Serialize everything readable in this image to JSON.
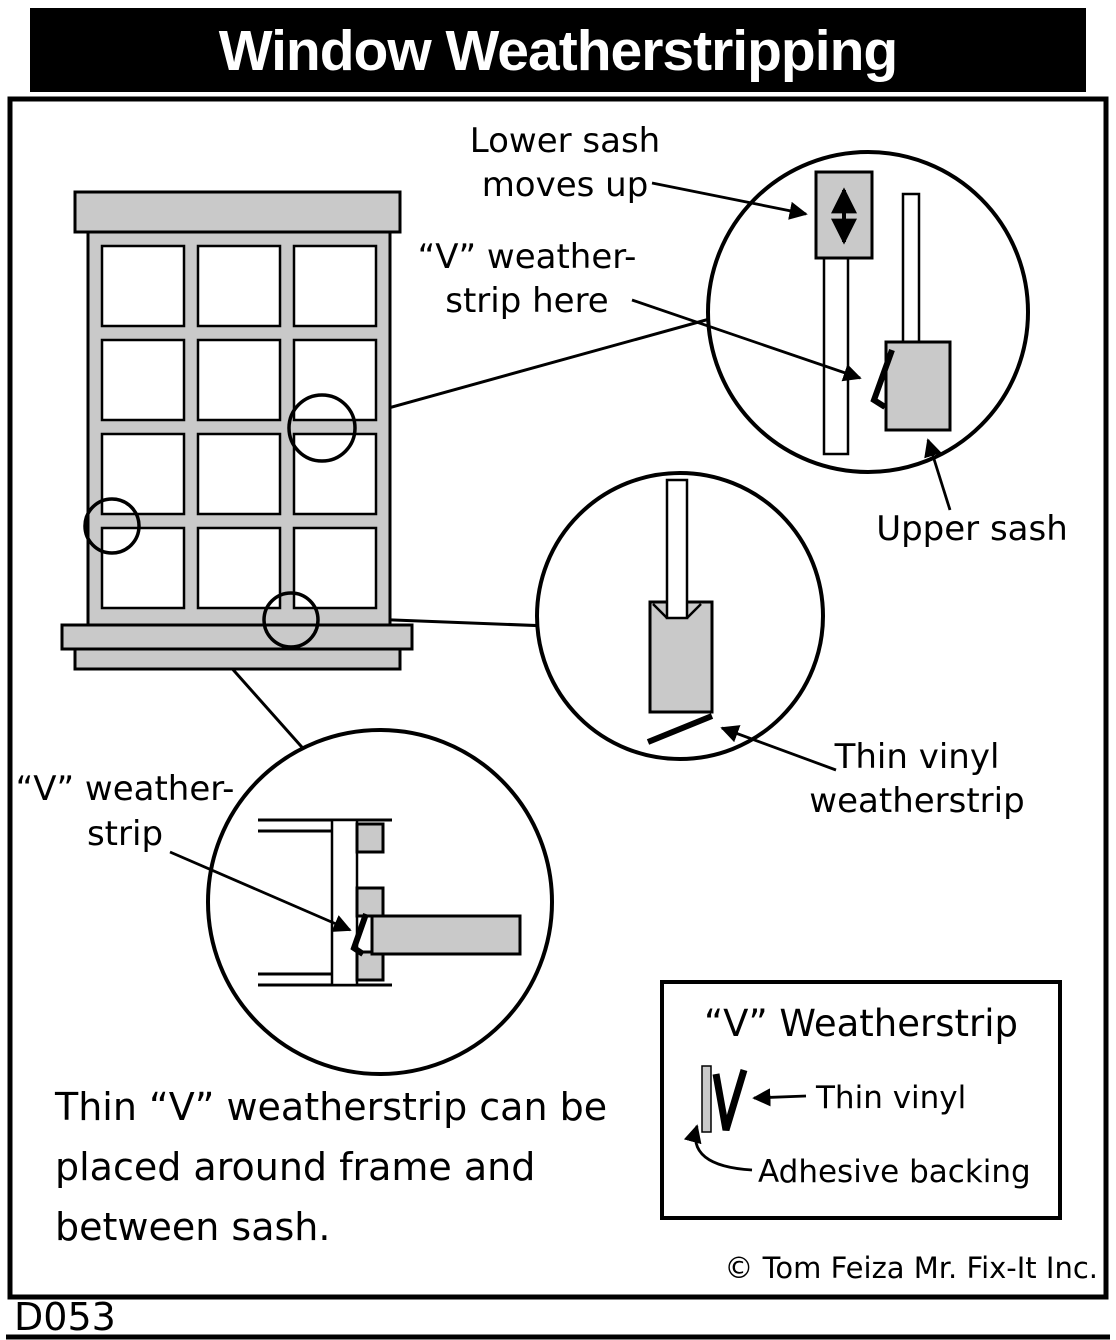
{
  "title": "Window Weatherstripping",
  "diagram_code": "D053",
  "copyright": "© Tom Feiza Mr. Fix-It Inc.",
  "colors": {
    "panel_gray": "#c9c9c9",
    "ink": "#000000",
    "paper": "#ffffff"
  },
  "callouts": {
    "lower_sash": {
      "line1": "Lower sash",
      "line2": "moves up"
    },
    "v_strip_here": {
      "line1": "“V” weather-",
      "line2": "strip here"
    },
    "upper_sash": "Upper sash",
    "thin_vinyl": {
      "line1": "Thin vinyl",
      "line2": "weatherstrip"
    },
    "v_strip": {
      "line1": "“V” weather-",
      "line2": "strip"
    }
  },
  "caption": {
    "line1": "Thin “V” weatherstrip can be",
    "line2": "placed around frame and",
    "line3": "between sash."
  },
  "inset": {
    "title": "“V” Weatherstrip",
    "thin_vinyl": "Thin vinyl",
    "adhesive": "Adhesive backing"
  }
}
